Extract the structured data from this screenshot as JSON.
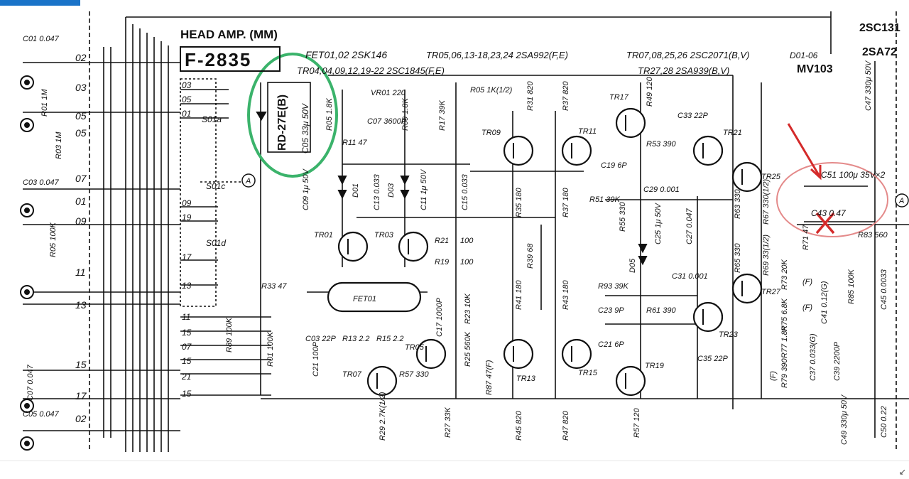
{
  "colors": {
    "accent_tab": "#1a73c8",
    "ink": "#111111",
    "green_highlight": "#3bb36b",
    "red_annotation": "#d42a2a",
    "red_circle": "#e48a8a"
  },
  "schematic": {
    "section_title": "HEAD AMP. (MM)",
    "board_id": "F-2835",
    "fet_line": "FET01,02 2SK146",
    "tr_line_a": "TR04,04,09,12,19-22 2SC1845(F,E)",
    "tr_line_b": "TR05,06,13-18,23,24 2SA992(F,E)",
    "tr_line_c": "TR07,08,25,26 2SC2071(B,V)",
    "tr_line_d": "TR27,28 2SA939(B,V)",
    "diode_line": "D01-06",
    "diode_part": "MV103",
    "corner_a": "2SC131",
    "corner_b": "2SA72",
    "zener": "RD-27E(B)",
    "highlight_cap": "C05 33μ 50V",
    "red_note_cap": "C51 100μ 35V×2",
    "red_crossed_cap": "C43 0.47",
    "connector_labels": [
      "02",
      "03",
      "05",
      "05",
      "07",
      "01",
      "09",
      "11",
      "13",
      "15",
      "17",
      "02"
    ],
    "switch_labels": [
      "S01a",
      "S01c",
      "S01d"
    ],
    "inner_pins": [
      "03",
      "05",
      "01",
      "09",
      "19",
      "17",
      "13",
      "11",
      "15",
      "07",
      "15",
      "21",
      "15"
    ],
    "components": {
      "c01": "C01 0.047",
      "c03": "C03 0.047",
      "c07": "C07 0.047",
      "c05b": "C05 0.047",
      "r01": "R01 1M",
      "r03": "R03 1M",
      "r05": "R05 100K",
      "r89": "R89 100K",
      "r01b": "R01 100K",
      "r33": "R33 47",
      "fet01": "FET01",
      "tr01": "TR01",
      "tr03": "TR03",
      "tr05": "TR05",
      "tr07": "TR07",
      "tr09": "TR09",
      "tr11": "TR11",
      "tr13": "TR13",
      "tr15": "TR15",
      "tr17": "TR17",
      "tr19": "TR19",
      "tr21": "TR21",
      "tr23": "TR23",
      "tr25": "TR25",
      "tr27": "TR27",
      "vr01": "VR01 220",
      "c07b": "C07 3600P",
      "r11": "R11 47",
      "r09": "R09 1.8K",
      "r05b": "R05 1.8K",
      "r05c": "R05 1K(1/2)",
      "r17": "R17 39K",
      "r31": "R31 820",
      "r37": "R37 820",
      "r49": "R49 120",
      "c33": "C33 22P",
      "r53": "R53 390",
      "c19": "C19 6P",
      "c29": "C29 0.001",
      "c09": "C09 1μ 50V",
      "d01": "D01",
      "c13": "C13 0.033",
      "d03": "D03",
      "c11": "C11 1μ 50V",
      "c15": "C15 0.033",
      "r35": "R35 180",
      "r37b": "R37 180",
      "r51": "R51 39K",
      "r55": "R55 330",
      "c25": "C25 1μ 50V",
      "c27": "C27 0.047",
      "d05": "D05",
      "r63": "R63 330",
      "r67": "R67 330(1/2)",
      "r21": "R21",
      "v100a": "100",
      "r19": "R19",
      "v100b": "100",
      "r39": "R39 68",
      "c31": "C31 0.001",
      "r65": "R65 330",
      "r69": "R69 33(1/2)",
      "r71": "R71 47",
      "r83": "R83 560",
      "r93": "R93 39K",
      "c23": "C23 9P",
      "r61": "R61 390",
      "r73": "R73 20K",
      "r85": "R85 100K",
      "c45": "C45 0.0033",
      "c41": "C41 0.12(G)",
      "r75": "R75 6.8K",
      "r77": "R77 1.8K",
      "c39": "C39 2200P",
      "c37": "C37 0.033(G)",
      "r79": "R79 390",
      "f1": "(F)",
      "f2": "(F)",
      "f3": "(F)",
      "c47": "C47 330μ 50V",
      "c03b": "C03 22P",
      "r13": "R13 2.2",
      "r15": "R15 2.2",
      "c17": "C17 1000P",
      "r23": "R23 10K",
      "r25": "R25 560K",
      "r27": "R27 33K",
      "r29": "R29 2.7K(1/2)",
      "r57": "R57 330",
      "c21": "C21 100P",
      "r87": "R87 47(F)",
      "r41": "R41 180",
      "r43": "R43 180",
      "r45": "R45 820",
      "r47": "R47 820",
      "c21b": "C21 6P",
      "r57b": "R57 120",
      "c35": "C35 22P",
      "c49": "C49 330μ 50V",
      "c50": "C50 0.22",
      "ptA": "A",
      "ptA2": "A"
    }
  }
}
